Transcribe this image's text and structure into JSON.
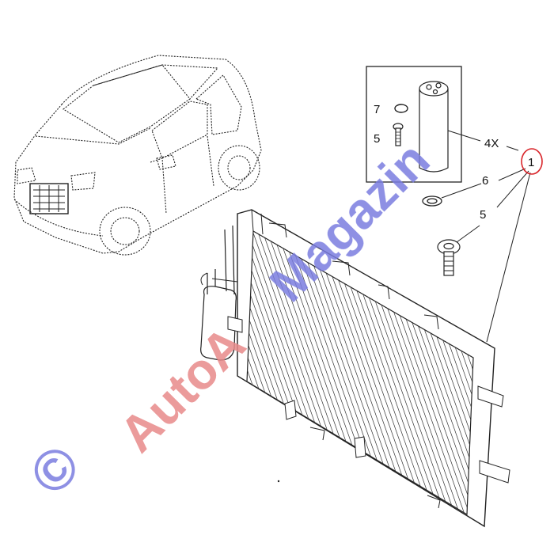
{
  "callouts": {
    "main": "1",
    "quantity": "4X",
    "o_ring_inset": "7",
    "bolt_inset": "5",
    "seal": "6",
    "bolt": "5"
  },
  "watermark": {
    "copyright": "©",
    "word1": "AutoA",
    "word2": "Magazin"
  },
  "colors": {
    "ink": "#111111",
    "callout_circle": "#d9262b",
    "watermark_red": "#e88a8a",
    "watermark_blue": "#7a7de0"
  }
}
